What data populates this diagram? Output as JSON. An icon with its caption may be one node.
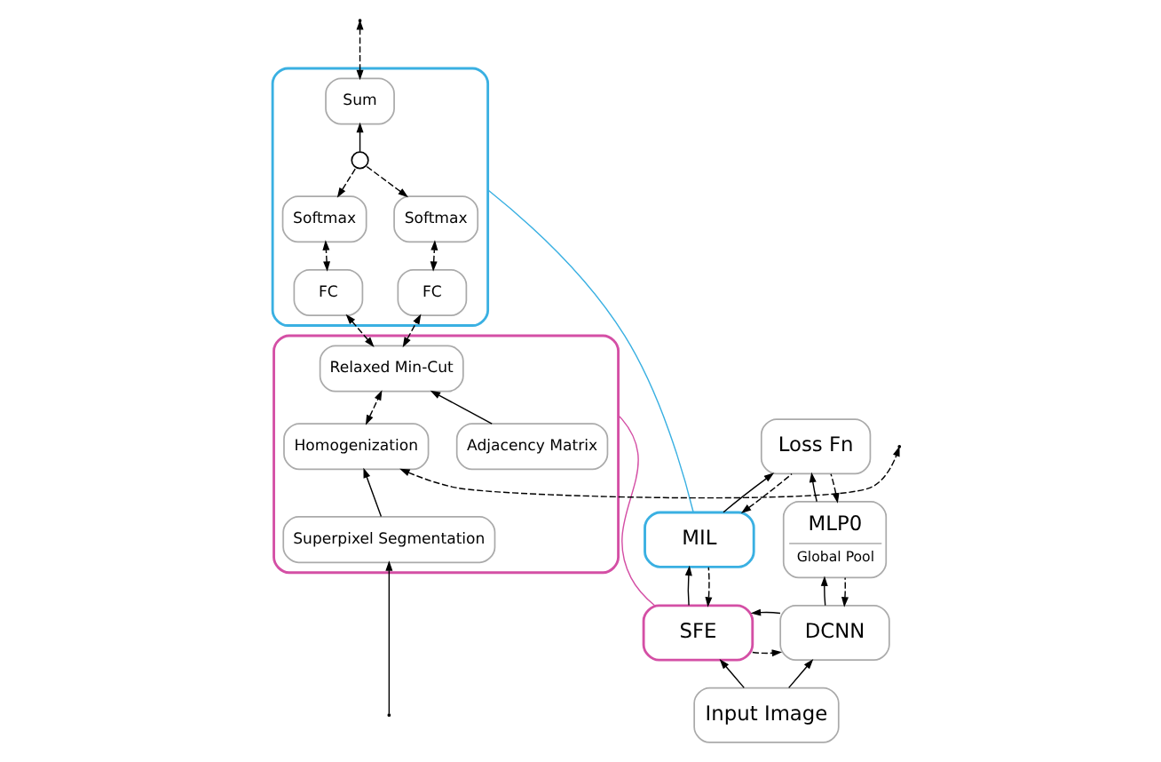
{
  "diagram": {
    "nodes": [
      {
        "text": [],
        "shape": "box"
      },
      {
        "text": [
          "Sum"
        ],
        "in": 0
      },
      {
        "text": [],
        "shape": "circle",
        "in": 0
      },
      {
        "text": [
          "Softmax"
        ],
        "in": 0
      },
      {
        "text": [
          "Softmax"
        ],
        "in": 0
      },
      {
        "text": [
          "FC"
        ],
        "in": 0
      },
      {
        "text": [
          "FC"
        ],
        "in": 0
      },
      {
        "text": [],
        "shape": "box"
      },
      {
        "text": [
          "Relaxed Min-Cut"
        ],
        "in": 7
      },
      {
        "text": [
          "Homogenization"
        ],
        "in": 7
      },
      {
        "text": [
          "Adjacency Matrix"
        ],
        "in": 7
      },
      {
        "text": [
          "Superpixel Segmentation"
        ],
        "in": 7
      },
      {
        "text": [
          "Loss Fn"
        ]
      },
      {
        "text": [
          "MIL"
        ]
      },
      {
        "text": [
          "MLP0",
          "Global Pool"
        ]
      },
      {
        "text": [
          "SFE"
        ]
      },
      {
        "text": [
          "DCNN"
        ]
      },
      {
        "text": [
          "Input Image"
        ]
      }
    ],
    "edges": [
      {
        "from": null,
        "to": 1,
        "arrow": "both",
        "style": "dashed"
      },
      {
        "from": 2,
        "to": 1,
        "arrow": "to"
      },
      {
        "from": 2,
        "to": 3,
        "arrow": "to",
        "style": "dashed"
      },
      {
        "from": 2,
        "to": 4,
        "arrow": "to",
        "style": "dashed"
      },
      {
        "from": 3,
        "to": 5,
        "arrow": "both",
        "style": "dashed"
      },
      {
        "from": 4,
        "to": 6,
        "arrow": "both",
        "style": "dashed"
      },
      {
        "from": 8,
        "to": 5,
        "arrow": "both",
        "style": "dashed"
      },
      {
        "from": 8,
        "to": 6,
        "arrow": "both",
        "style": "dashed"
      },
      {
        "from": 8,
        "to": 9,
        "arrow": "both",
        "style": "dashed"
      },
      {
        "from": 9,
        "to": null,
        "arrow": "both",
        "style": "dashed"
      },
      {
        "from": 10,
        "to": 8,
        "arrow": "to"
      },
      {
        "from": 11,
        "to": 9,
        "arrow": "to"
      },
      {
        "from": null,
        "to": 11,
        "arrow": "to"
      },
      {
        "from": 13,
        "to": 12,
        "arrow": "to"
      },
      {
        "from": 14,
        "to": 12,
        "arrow": "to"
      },
      {
        "from": 12,
        "to": 13,
        "arrow": "to",
        "style": "dashed"
      },
      {
        "from": 12,
        "to": 14,
        "arrow": "to",
        "style": "dashed"
      },
      {
        "from": 15,
        "to": 13,
        "arrow": "to"
      },
      {
        "from": 13,
        "to": 15,
        "arrow": "to",
        "style": "dashed"
      },
      {
        "from": 16,
        "to": 14,
        "arrow": "to"
      },
      {
        "from": 14,
        "to": 16,
        "arrow": "to",
        "style": "dashed"
      },
      {
        "from": 16,
        "to": 15,
        "arrow": "to"
      },
      {
        "from": 15,
        "to": 16,
        "arrow": "to",
        "style": "dashed"
      },
      {
        "from": 17,
        "to": 15,
        "arrow": "to"
      },
      {
        "from": 17,
        "to": 16,
        "arrow": "to"
      },
      {
        "from": 0,
        "to": 13,
        "arrow": "none",
        "color": "#3ab0e2"
      },
      {
        "from": 7,
        "to": 15,
        "arrow": "none",
        "color": "#d44fa5"
      }
    ]
  }
}
